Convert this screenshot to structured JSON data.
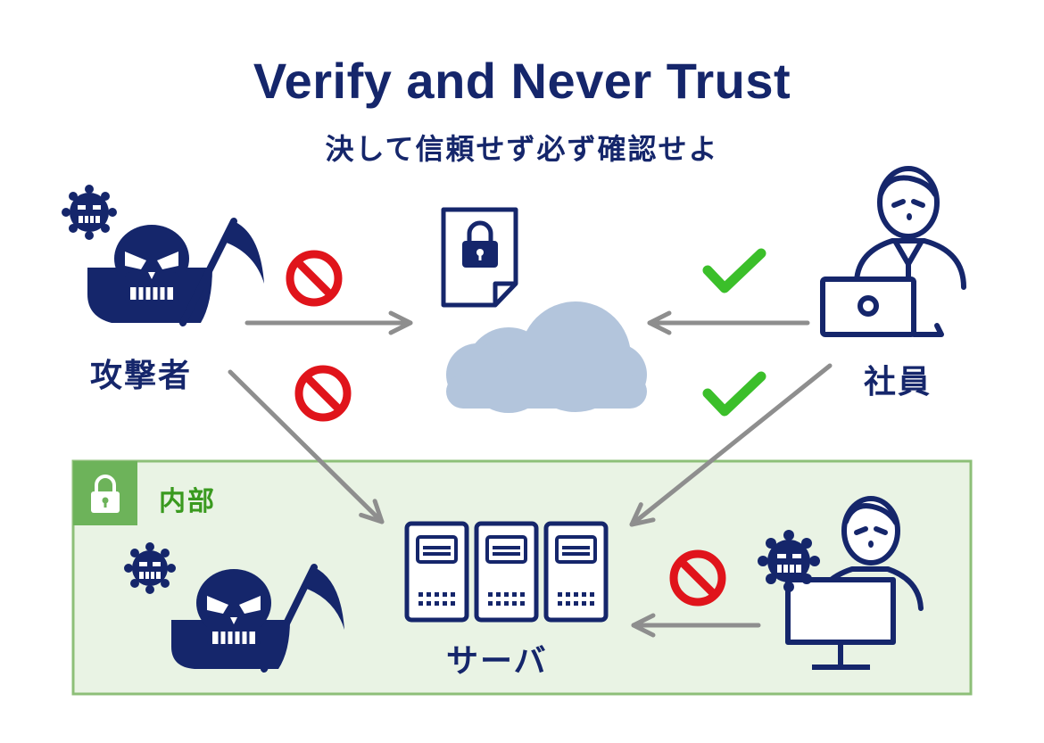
{
  "title": "Verify and Never Trust",
  "subtitle": "決して信頼せず必ず確認せよ",
  "labels": {
    "attacker": "攻撃者",
    "employee": "社員",
    "server": "サーバ",
    "internal": "内部"
  },
  "colors": {
    "navy": "#15266b",
    "deny_red": "#e0141b",
    "allow_green": "#3bbf2a",
    "cloud": "#b3c5dc",
    "arrow_gray": "#8e8e8e",
    "zone_fill": "#e9f3e4",
    "zone_border": "#8dbf78",
    "zone_text": "#3a9a1f",
    "lock_badge": "#6db35a"
  },
  "connections": [
    {
      "from": "attacker",
      "to": "cloud",
      "status": "denied",
      "icon": "prohibited-icon"
    },
    {
      "from": "attacker",
      "to": "server",
      "status": "denied",
      "icon": "prohibited-icon"
    },
    {
      "from": "employee",
      "to": "cloud",
      "status": "allowed",
      "icon": "check-icon"
    },
    {
      "from": "employee",
      "to": "server",
      "status": "allowed",
      "icon": "check-icon"
    },
    {
      "from": "internal-attacker-employee",
      "to": "server",
      "status": "denied",
      "icon": "prohibited-icon"
    }
  ],
  "icons": [
    "skull-icon",
    "grim-reaper-scythe-icon",
    "virus-badge-icon",
    "locked-document-icon",
    "cloud-icon",
    "person-icon",
    "laptop-icon",
    "desktop-monitor-icon",
    "server-rack-icon",
    "lock-icon"
  ]
}
